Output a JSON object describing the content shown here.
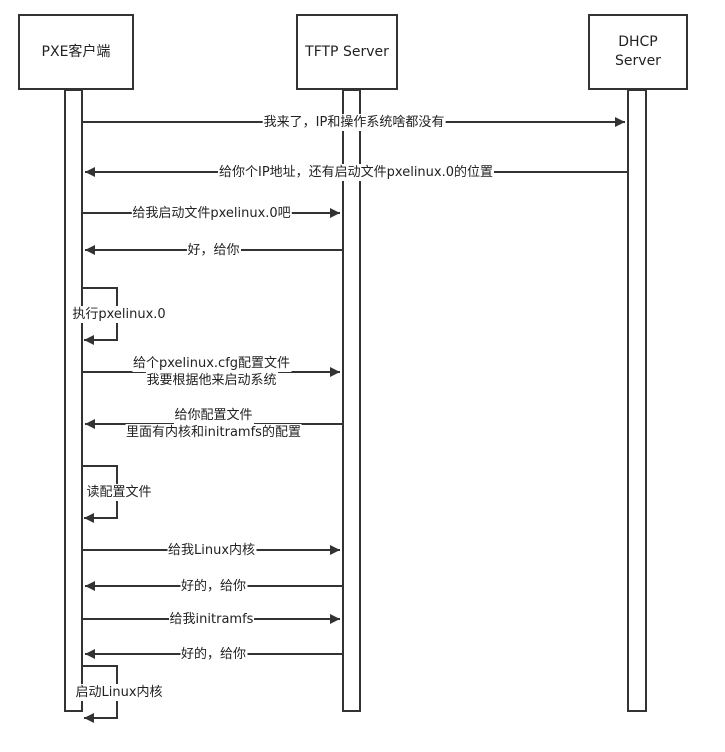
{
  "participants": [
    {
      "id": "client",
      "label_lines": [
        "PXE客户端"
      ]
    },
    {
      "id": "tftp",
      "label_lines": [
        "TFTP Server"
      ]
    },
    {
      "id": "dhcp",
      "label_lines": [
        "DHCP",
        "Server"
      ]
    }
  ],
  "messages": [
    {
      "from": "client",
      "to": "dhcp",
      "lines": [
        "我来了，IP和操作系统啥都没有"
      ]
    },
    {
      "from": "dhcp",
      "to": "client",
      "lines": [
        "给你个IP地址，还有启动文件pxelinux.0的位置"
      ]
    },
    {
      "from": "client",
      "to": "tftp",
      "lines": [
        "给我启动文件pxelinux.0吧"
      ]
    },
    {
      "from": "tftp",
      "to": "client",
      "lines": [
        "好，给你"
      ]
    },
    {
      "from": "client",
      "to": "client",
      "lines": [
        "执行pxelinux.0"
      ]
    },
    {
      "from": "client",
      "to": "tftp",
      "lines": [
        "给个pxelinux.cfg配置文件",
        "我要根据他来启动系统"
      ]
    },
    {
      "from": "tftp",
      "to": "client",
      "lines": [
        "给你配置文件",
        "里面有内核和initramfs的配置"
      ]
    },
    {
      "from": "client",
      "to": "client",
      "lines": [
        "读配置文件"
      ]
    },
    {
      "from": "client",
      "to": "tftp",
      "lines": [
        "给我Linux内核"
      ]
    },
    {
      "from": "tftp",
      "to": "client",
      "lines": [
        "好的，给你"
      ]
    },
    {
      "from": "client",
      "to": "tftp",
      "lines": [
        "给我initramfs"
      ]
    },
    {
      "from": "tftp",
      "to": "client",
      "lines": [
        "好的，给你"
      ]
    },
    {
      "from": "client",
      "to": "client",
      "lines": [
        "启动Linux内核"
      ]
    }
  ]
}
